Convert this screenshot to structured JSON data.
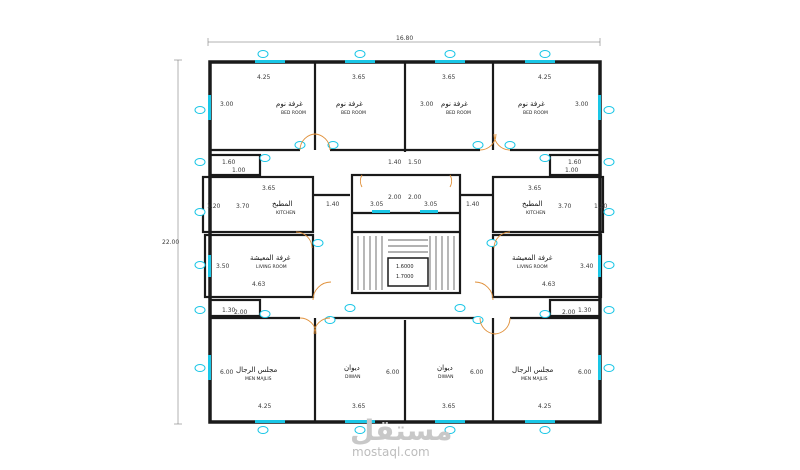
{
  "drawing": {
    "overall_width": "16.80",
    "overall_height": "22.00"
  },
  "rooms": {
    "bedroom_ar": "غرفة نوم",
    "bedroom_en": "BED ROOM",
    "kitchen_ar": "المطبخ",
    "kitchen_en": "KITCHEN",
    "living_ar": "غرفة المعيشة",
    "living_en": "LIVING ROOM",
    "majlis_ar": "مجلس الرجال",
    "majlis_en": "MEN MAJLIS",
    "diwan_ar": "ديوان",
    "diwan_en": "DIWAN"
  },
  "dims": {
    "d425": "4.25",
    "d365": "3.65",
    "d300": "3.00",
    "d160": "1.60",
    "d140": "1.40",
    "d100": "1.00",
    "d200": "2.00",
    "d150": "1.50",
    "d130": "1.30",
    "d370": "3.70",
    "d305": "3.05",
    "d350": "3.50",
    "d340": "3.40",
    "d463": "4.63",
    "d600": "6.00",
    "d120": "1.20"
  },
  "stairs": {
    "label_a": "1.6000",
    "label_b": "1.7000"
  },
  "watermark": {
    "arabic": "مستقل",
    "latin": "mostaql.com"
  },
  "colors": {
    "wall": "#1a1a1a",
    "cyan": "#19c6e6",
    "door": "#e0903a",
    "dim": "#555555"
  }
}
